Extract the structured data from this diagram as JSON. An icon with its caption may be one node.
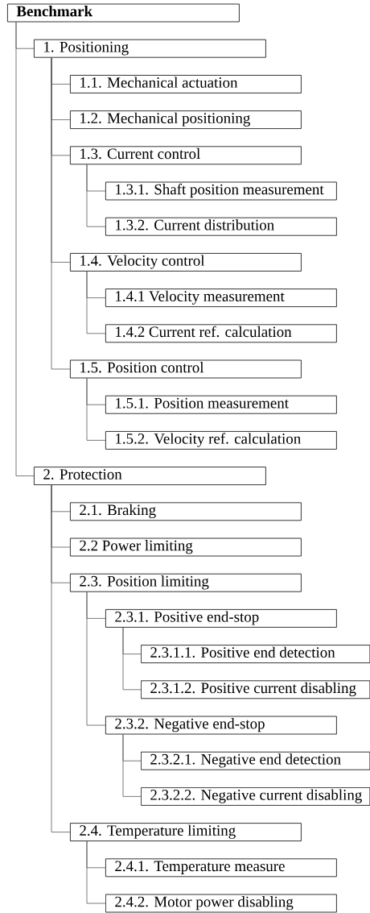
{
  "diagram": {
    "nodes": [
      {
        "text": [
          "Benchmark"
        ]
      },
      {
        "text": [
          "1. Positioning"
        ]
      },
      {
        "text": [
          "1.1. Mechanical actuation"
        ]
      },
      {
        "text": [
          "1.2. Mechanical positioning"
        ]
      },
      {
        "text": [
          "1.3. Current control"
        ]
      },
      {
        "text": [
          "1.3.1. Shaft position measurement"
        ]
      },
      {
        "text": [
          "1.3.2. Current distribution"
        ]
      },
      {
        "text": [
          "1.4. Velocity control"
        ]
      },
      {
        "text": [
          "1.4.1 Velocity measurement"
        ]
      },
      {
        "text": [
          "1.4.2 Current ref. calculation"
        ]
      },
      {
        "text": [
          "1.5. Position control"
        ]
      },
      {
        "text": [
          "1.5.1. Position measurement"
        ]
      },
      {
        "text": [
          "1.5.2. Velocity ref. calculation"
        ]
      },
      {
        "text": [
          "2. Protection"
        ]
      },
      {
        "text": [
          "2.1. Braking"
        ]
      },
      {
        "text": [
          "2.2 Power limiting"
        ]
      },
      {
        "text": [
          "2.3. Position limiting"
        ]
      },
      {
        "text": [
          "2.3.1. Positive end-stop"
        ]
      },
      {
        "text": [
          "2.3.1.1. Positive end detection"
        ]
      },
      {
        "text": [
          "2.3.1.2. Positive current disabling"
        ]
      },
      {
        "text": [
          "2.3.2. Negative end-stop"
        ]
      },
      {
        "text": [
          "2.3.2.1. Negative end detection"
        ]
      },
      {
        "text": [
          "2.3.2.2. Negative current disabling"
        ]
      },
      {
        "text": [
          "2.4. Temperature limiting"
        ]
      },
      {
        "text": [
          "2.4.1. Temperature measure"
        ]
      },
      {
        "text": [
          "2.4.2. Motor power disabling"
        ]
      }
    ],
    "edges": [
      {
        "from": 0,
        "to": 1,
        "arrow": "none"
      },
      {
        "from": 1,
        "to": 2,
        "arrow": "none"
      },
      {
        "from": 1,
        "to": 3,
        "arrow": "none"
      },
      {
        "from": 1,
        "to": 4,
        "arrow": "none"
      },
      {
        "from": 4,
        "to": 5,
        "arrow": "none"
      },
      {
        "from": 4,
        "to": 6,
        "arrow": "none"
      },
      {
        "from": 1,
        "to": 7,
        "arrow": "none"
      },
      {
        "from": 7,
        "to": 8,
        "arrow": "none"
      },
      {
        "from": 7,
        "to": 9,
        "arrow": "none"
      },
      {
        "from": 1,
        "to": 10,
        "arrow": "none"
      },
      {
        "from": 10,
        "to": 11,
        "arrow": "none"
      },
      {
        "from": 10,
        "to": 12,
        "arrow": "none"
      },
      {
        "from": 0,
        "to": 13,
        "arrow": "none"
      },
      {
        "from": 13,
        "to": 14,
        "arrow": "none"
      },
      {
        "from": 13,
        "to": 15,
        "arrow": "none"
      },
      {
        "from": 13,
        "to": 16,
        "arrow": "none"
      },
      {
        "from": 16,
        "to": 17,
        "arrow": "none"
      },
      {
        "from": 17,
        "to": 18,
        "arrow": "none"
      },
      {
        "from": 17,
        "to": 19,
        "arrow": "none"
      },
      {
        "from": 16,
        "to": 20,
        "arrow": "none"
      },
      {
        "from": 20,
        "to": 21,
        "arrow": "none"
      },
      {
        "from": 20,
        "to": 22,
        "arrow": "none"
      },
      {
        "from": 13,
        "to": 23,
        "arrow": "none"
      },
      {
        "from": 23,
        "to": 24,
        "arrow": "none"
      },
      {
        "from": 23,
        "to": 25,
        "arrow": "none"
      }
    ]
  }
}
